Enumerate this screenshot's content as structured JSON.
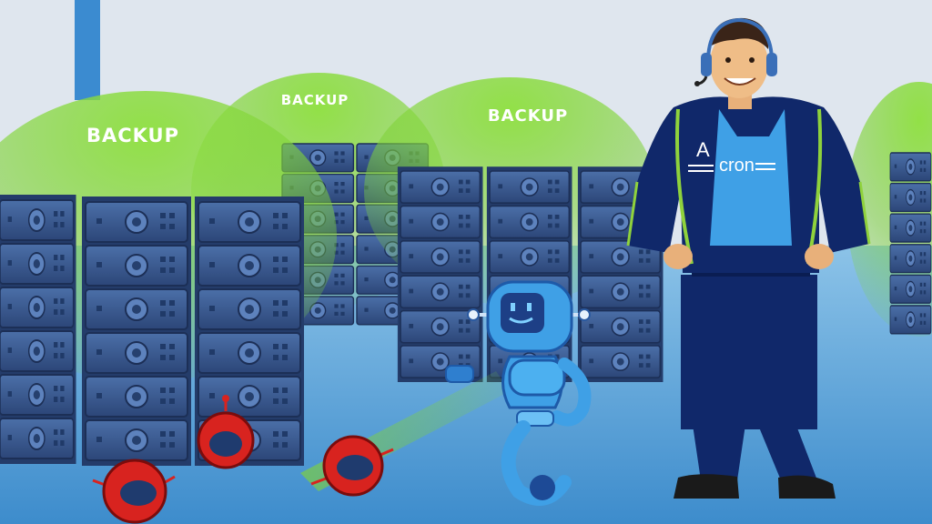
{
  "scene": {
    "domes": [
      {
        "label": "BACKUP"
      },
      {
        "label": "BACKUP"
      },
      {
        "label": "BACKUP"
      }
    ],
    "person": {
      "jacket_logo_letter": "A",
      "jacket_logo_text": "cron"
    }
  },
  "colors": {
    "background_top": "#dfe6ee",
    "floor": "#5fa6d8",
    "dome_green": "#7fd13a",
    "server_body": "#3b5a8f",
    "robot_blue": "#3fa0e6",
    "virus_red": "#d8231f",
    "jacket_navy": "#10286a",
    "jacket_accent": "#8fd23c"
  },
  "icons": [
    "server-rack-icon",
    "robot-icon",
    "virus-icon",
    "headset-icon"
  ]
}
